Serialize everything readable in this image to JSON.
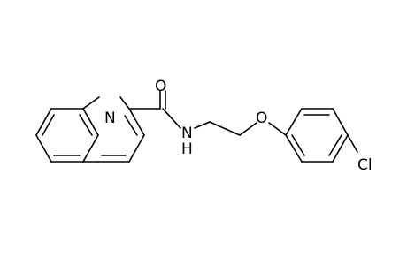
{
  "molecule": {
    "atoms": {
      "ring_nitrogen": "N",
      "carbonyl_oxygen": "O",
      "amide_n": "N",
      "amide_h": "H",
      "ether_oxygen": "O",
      "chlorine": "Cl"
    }
  }
}
